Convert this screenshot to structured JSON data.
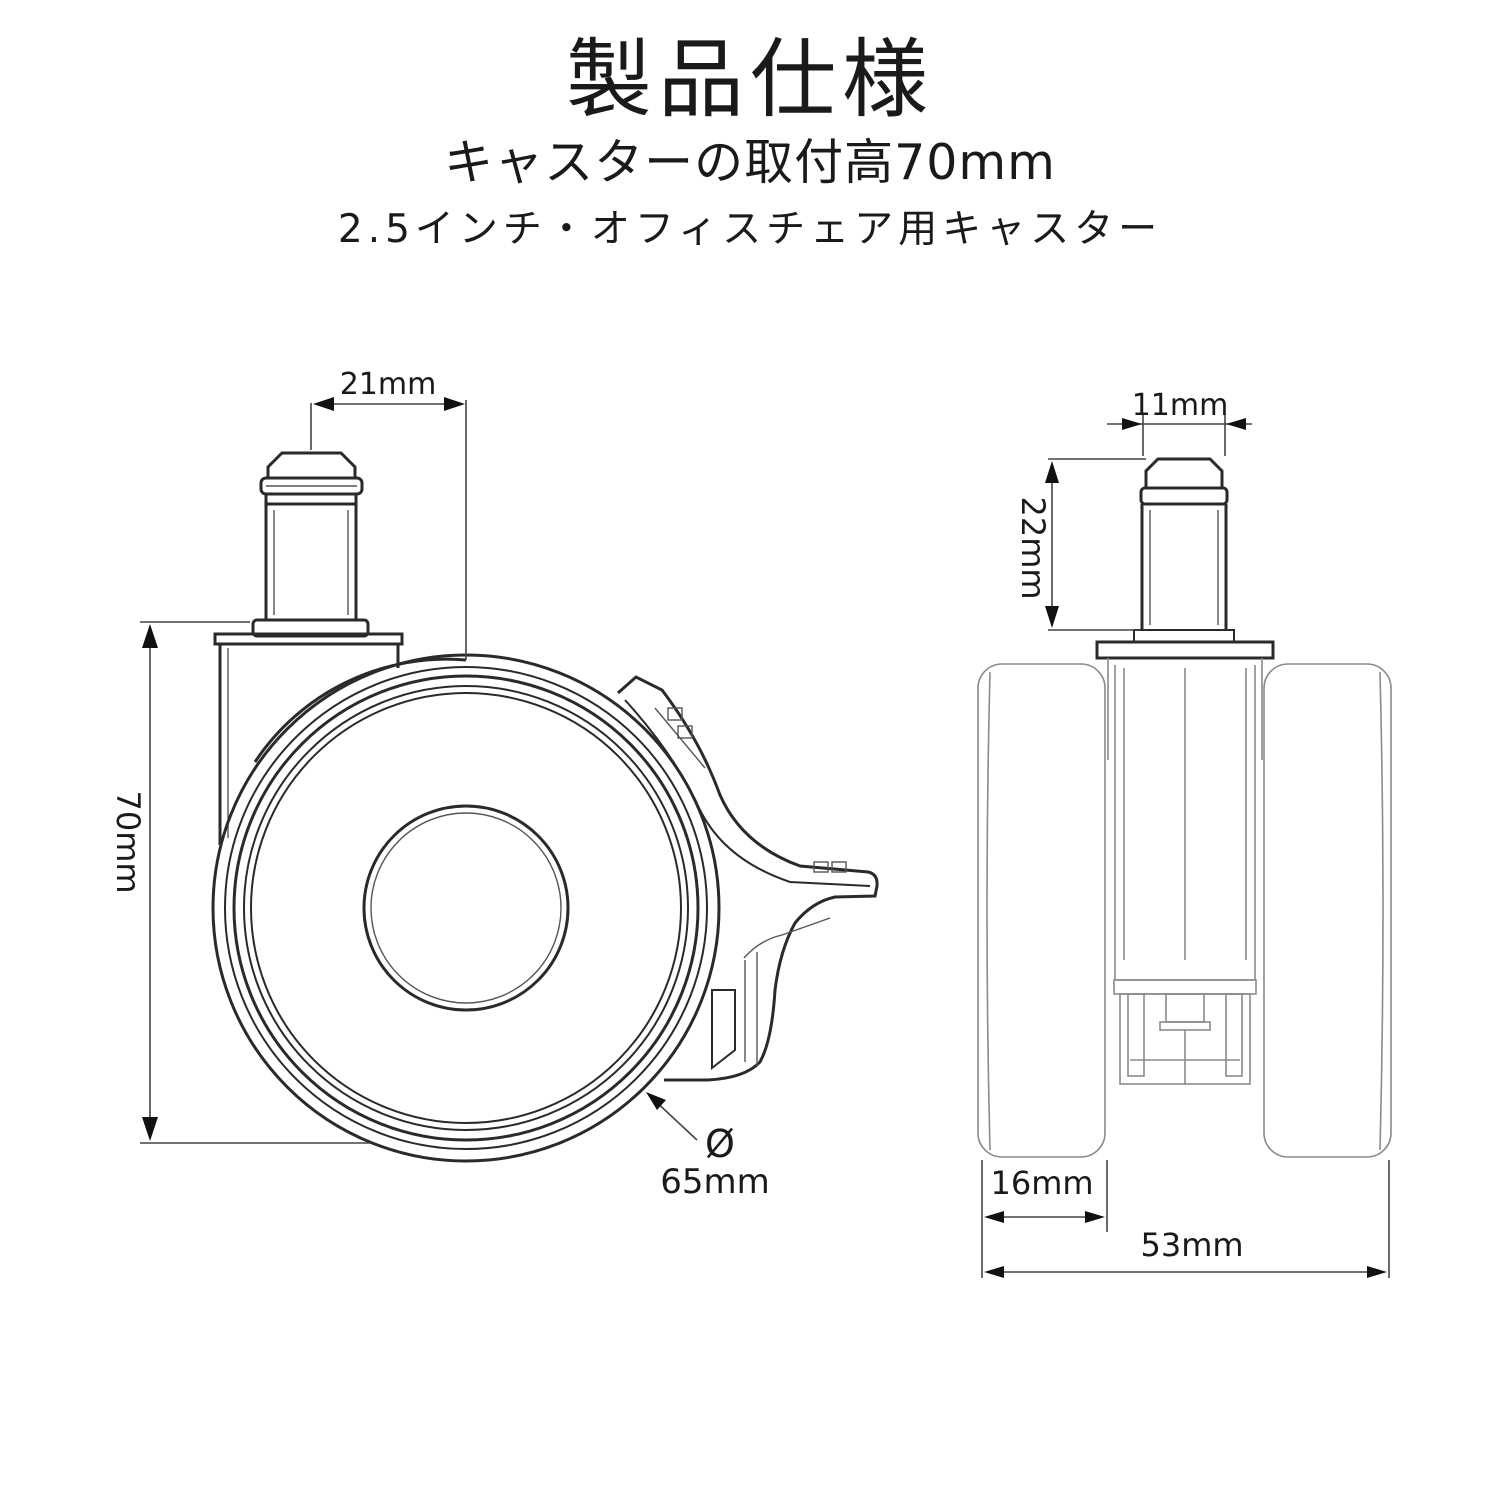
{
  "header": {
    "title": "製品仕様",
    "subtitle": "キャスターの取付高70mm",
    "caption": "2.5インチ・オフィスチェア用キャスター"
  },
  "side_view": {
    "stem_width_label": "21mm",
    "height_label": "70mm",
    "diameter_symbol": "Ø",
    "diameter_label": "65mm"
  },
  "front_view": {
    "stem_diameter_label": "11mm",
    "stem_length_label": "22mm",
    "wheel_width_label": "16mm",
    "total_width_label": "53mm"
  },
  "colors": {
    "line": "#2a2a2a",
    "text": "#1a1a1a",
    "background": "#ffffff"
  }
}
